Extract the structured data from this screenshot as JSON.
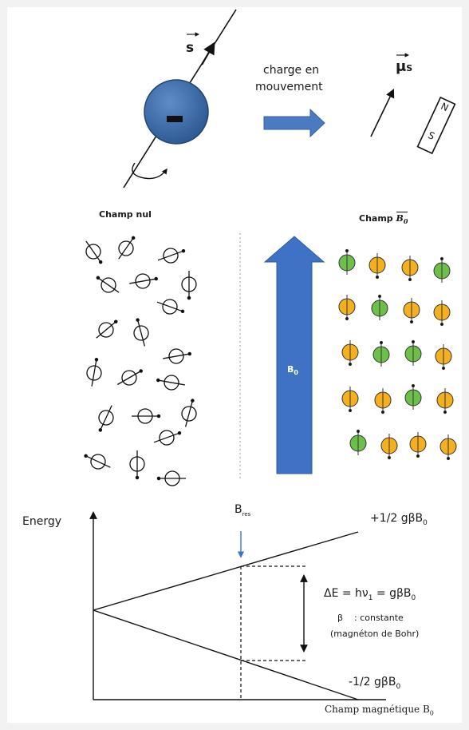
{
  "top": {
    "spin_vector": "s",
    "charge_symbol": "-",
    "arrow_caption_line1": "charge en",
    "arrow_caption_line2": "mouvement",
    "moment_symbol": "μ",
    "moment_subscript": "S",
    "magnet_north": "N",
    "magnet_south": "S",
    "colors": {
      "electron": "#3d6aa8",
      "arrow": "#4a7bc0"
    }
  },
  "middle": {
    "left_title": "Champ nul",
    "right_title_prefix": "Champ",
    "right_title_field": "B",
    "right_title_subscript": "0",
    "field_label": "B",
    "field_label_subscript": "0",
    "colors": {
      "spin_up": "#6cc04a",
      "spin_down": "#f5b020",
      "field_arrow": "#3f72c4"
    }
  },
  "energy_diagram": {
    "y_axis_label": "Energy",
    "resonance_label": "B",
    "resonance_subscript": "res",
    "upper_level_label": "+1/2 gβB",
    "upper_level_subscript": "0",
    "lower_level_label": "-1/2 gβB",
    "lower_level_subscript": "0",
    "delta_e_prefix": "ΔE = hν",
    "delta_e_sub": "1",
    "delta_e_suffix": " = gβB",
    "delta_e_sub2": "0",
    "beta_symbol": "β",
    "beta_desc": ": constante",
    "bohr_note": "(magnéton de Bohr)",
    "x_axis_label": "Champ magnétique B",
    "x_axis_subscript": "0"
  }
}
